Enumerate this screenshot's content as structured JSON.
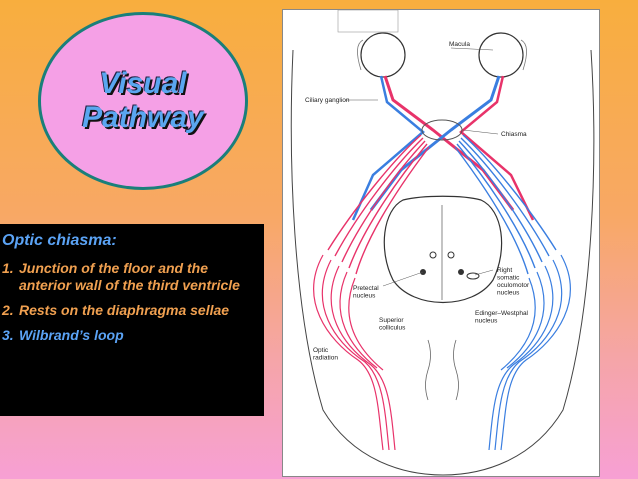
{
  "title": "Visual\nPathway",
  "textbox": {
    "heading": "Optic chiasma:",
    "items": [
      {
        "num": "1.",
        "text": "Junction of the floor and the anterior wall of the third ventricle",
        "color": "orange"
      },
      {
        "num": "2.",
        "text": "Rests on the diaphragma sellae",
        "color": "orange"
      },
      {
        "num": "3.",
        "text": "Wilbrand’s loop",
        "color": "blue"
      }
    ]
  },
  "figure": {
    "labels": {
      "macula": "Macula",
      "ciliary": "Ciliary ganglion",
      "chiasma": "Chiasma",
      "pretectal": "Pretectal\nnucleus",
      "right_somatic": "Right\nsomatic\noculomotor\nnucleus",
      "edinger": "Edinger–Westphal\nnucleus",
      "superior": "Superior\ncolliculus",
      "optic_radiation": "Optic\nradiation"
    }
  },
  "colors": {
    "pink": "#e8336a",
    "blue": "#3a7ee0",
    "ink": "#333333"
  }
}
